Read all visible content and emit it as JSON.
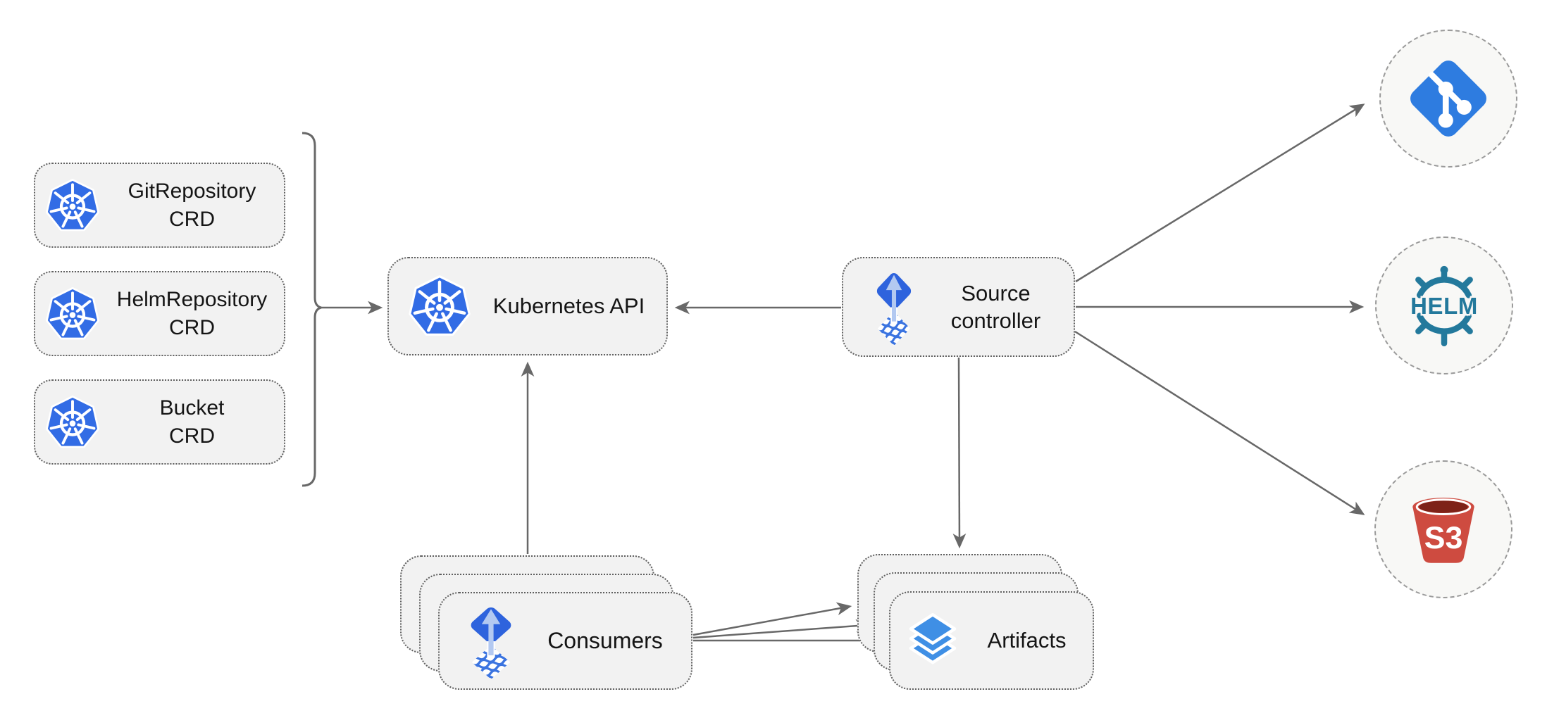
{
  "diagram": {
    "background": "#ffffff",
    "crd_boxes": [
      {
        "line1": "GitRepository",
        "line2": "CRD"
      },
      {
        "line1": "HelmRepository",
        "line2": "CRD"
      },
      {
        "line1": "Bucket",
        "line2": "CRD"
      }
    ],
    "kubernetes_api": {
      "label": "Kubernetes API"
    },
    "source_controller": {
      "line1": "Source",
      "line2": "controller"
    },
    "consumers": {
      "label": "Consumers",
      "stack_count": 3
    },
    "artifacts": {
      "label": "Artifacts",
      "stack_count": 3
    },
    "external_sources": {
      "git": {
        "icon": "git-icon"
      },
      "helm": {
        "icon": "helm-icon",
        "text": "HELM"
      },
      "s3": {
        "icon": "s3-bucket-icon",
        "text": "S3"
      }
    },
    "icons": {
      "kubernetes": "kubernetes-wheel-icon",
      "flux": "flux-source-icon",
      "layers": "layers-icon"
    },
    "colors": {
      "box_fill": "#f2f2f2",
      "box_border": "#5f5f5f",
      "circle_fill": "#f8f8f6",
      "circle_border": "#9a9a9a",
      "arrow": "#686868",
      "text": "#151515",
      "kubernetes_blue": "#326ce5",
      "flux_blue": "#2e63dd",
      "flux_arrow_light": "#b3c9f1",
      "flux_wave_blue": "#3b74e0",
      "git_blue": "#2e7ce0",
      "helm_teal": "#23799c",
      "s3_red": "#ce4b40",
      "s3_dark_red": "#7e2218",
      "layers_blue": "#3f8fe5"
    }
  }
}
